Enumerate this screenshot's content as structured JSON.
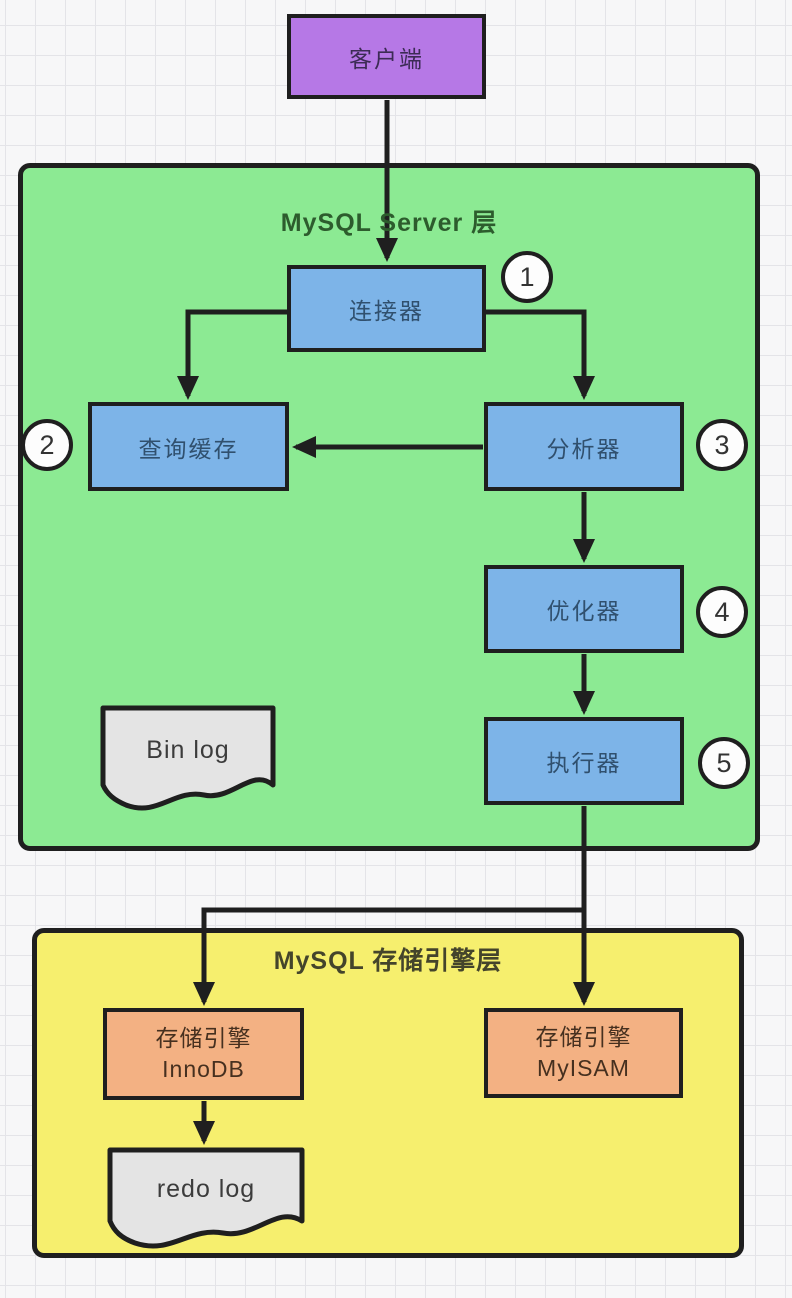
{
  "diagram": {
    "client": {
      "label": "客户端"
    },
    "server_layer": {
      "title": "MySQL Server 层",
      "nodes": {
        "connector": {
          "label": "连接器",
          "badge": "1"
        },
        "query_cache": {
          "label": "查询缓存",
          "badge": "2"
        },
        "analyzer": {
          "label": "分析器",
          "badge": "3"
        },
        "optimizer": {
          "label": "优化器",
          "badge": "4"
        },
        "executor": {
          "label": "执行器",
          "badge": "5"
        },
        "bin_log": {
          "label": "Bin log"
        }
      }
    },
    "storage_layer": {
      "title": "MySQL 存储引擎层",
      "nodes": {
        "innodb": {
          "line1": "存储引擎",
          "line2": "InnoDB"
        },
        "myisam": {
          "line1": "存储引擎",
          "line2": "MyISAM"
        },
        "redo_log": {
          "label": "redo log"
        }
      }
    },
    "colors": {
      "client_fill": "#b678e6",
      "server_layer_fill": "#8cea93",
      "process_fill": "#7db4e8",
      "storage_layer_fill": "#f6ef6e",
      "engine_fill": "#f3b183",
      "document_fill": "#e4e4e4",
      "line": "#1f1f1f",
      "badge_fill": "#fdfdfd",
      "grid_line": "#e4e4e8",
      "background": "#f7f7f8"
    }
  }
}
